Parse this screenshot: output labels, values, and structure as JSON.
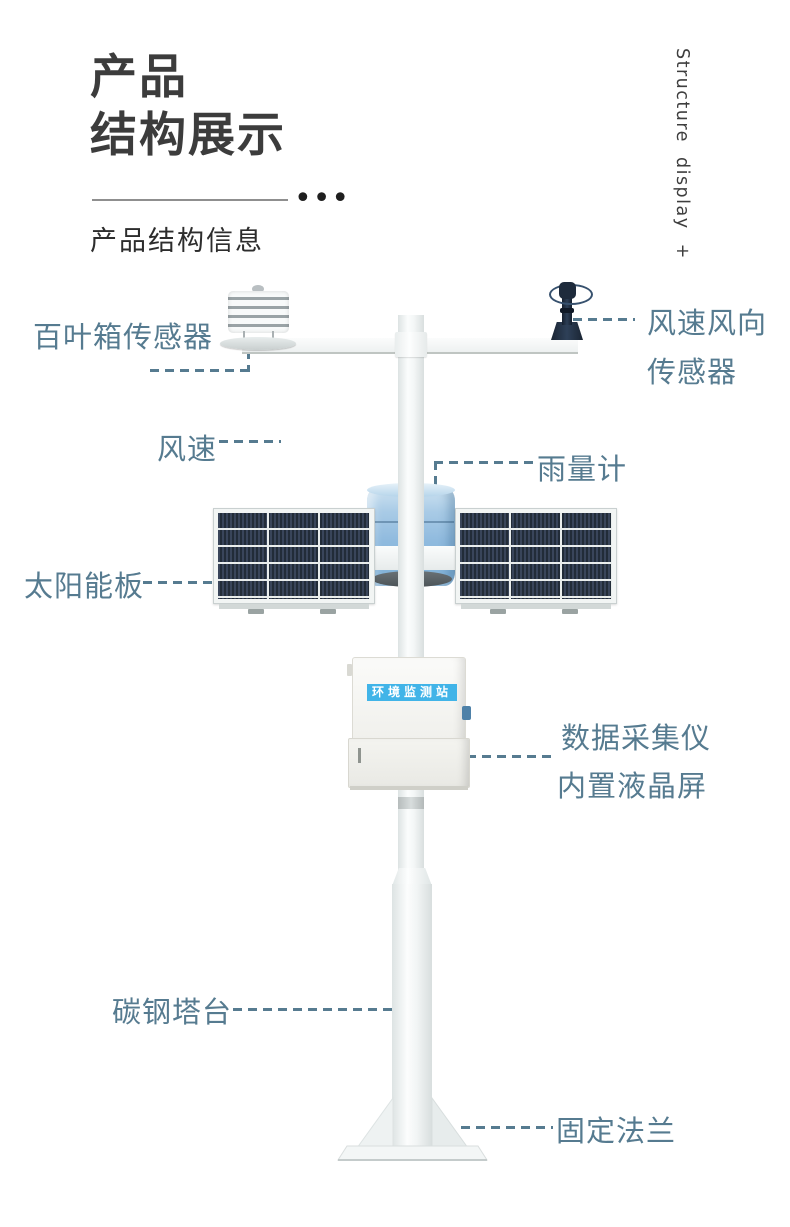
{
  "header": {
    "title_line1": "产品",
    "title_line2": "结构展示",
    "dots": "•••",
    "subtitle": "产品结构信息",
    "vertical_side_text": "Structure display +"
  },
  "device": {
    "strip_label": "环境监测站"
  },
  "labels": {
    "louver_sensor": "百叶箱传感器",
    "wind_sensor_line1": "风速风向",
    "wind_sensor_line2": "传感器",
    "wind_speed": "风速",
    "rain_gauge": "雨量计",
    "solar_panel": "太阳能板",
    "data_collector_line1": "数据采集仪",
    "data_collector_line2": "内置液晶屏",
    "carbon_steel_tower": "碳钢塔台",
    "fixed_flange": "固定法兰"
  },
  "colors": {
    "annotation": "#567b90",
    "title_text": "#3c3c3c",
    "device_strip_blue": "#41b4e8",
    "rain_gauge_blue": "#8fbade",
    "solar_cell_navy": "#28323f",
    "wind_sensor_navy": "#1e2b3c"
  }
}
